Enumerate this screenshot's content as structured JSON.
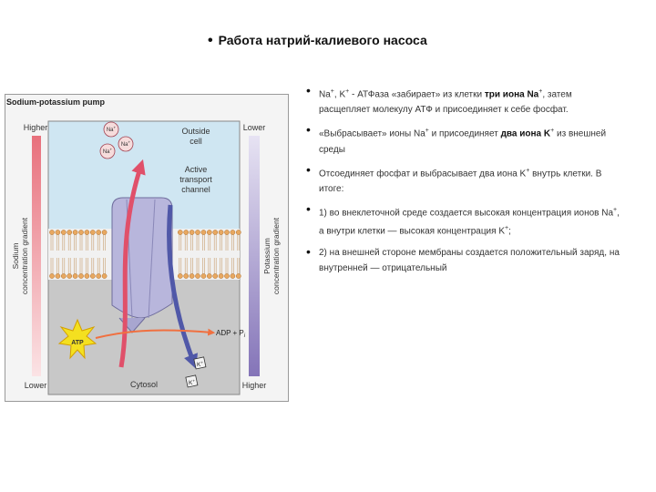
{
  "slide": {
    "title": "Работа натрий-калиевого насоса"
  },
  "figure": {
    "caption": "Sodium-potassium pump",
    "sodium_gradient": {
      "top": "Higher",
      "bottom": "Lower",
      "label_line1": "Sodium",
      "label_line2": "concentration gradient",
      "color": "#e8707c"
    },
    "potassium_gradient": {
      "top": "Lower",
      "bottom": "Higher",
      "label_line1": "Potassium",
      "label_line2": "concentration gradient",
      "color": "#8474b8"
    },
    "outside_line1": "Outside",
    "outside_line2": "cell",
    "channel_line1": "Active",
    "channel_line2": "transport",
    "channel_line3": "channel",
    "cytosol": "Cytosol",
    "atp": "ATP",
    "adp": "ADP + P",
    "adp_sub": "i",
    "na_ion": "Na",
    "na_charge": "+",
    "k_ion": "K",
    "k_charge": "+",
    "colors": {
      "outside": "#cfe6f2",
      "cytosol": "#c8c8c8",
      "protein": "#b8b6dc",
      "na_arrow": "#e0506a",
      "k_arrow": "#5058a8",
      "atp_arrow": "#f07040",
      "atp_star": "#f4e020"
    }
  },
  "bullets": [
    {
      "pre": "Na",
      "sup1": "+",
      "mid1": ", K",
      "sup2": "+",
      "mid2": " - АТФаза «забирает» из клетки ",
      "bold": "три иона Na",
      "sup3": "+",
      "post": ", затем расщепляет молекулу АТФ и присоединяет к себе фосфат."
    },
    {
      "pre": "«Выбрасывает» ионы Na",
      "sup1": "+",
      "mid": " и присоединяет ",
      "bold": "два иона K",
      "sup2": "+",
      "post": " из внешней среды"
    },
    {
      "pre": "Отсоединяет фосфат и выбрасывает два иона K",
      "sup1": "+",
      "post": " внутрь клетки. В итоге:"
    },
    {
      "pre": "1) во внеклеточной среде создается высокая концентрация ионов Na",
      "sup1": "+",
      "mid": ", а внутри клетки — высокая концентрация K",
      "sup2": "+",
      "post": ";"
    },
    {
      "pre": "2) на внешней стороне мембраны создается положительный заряд, на внутренней — отрицательный"
    }
  ]
}
